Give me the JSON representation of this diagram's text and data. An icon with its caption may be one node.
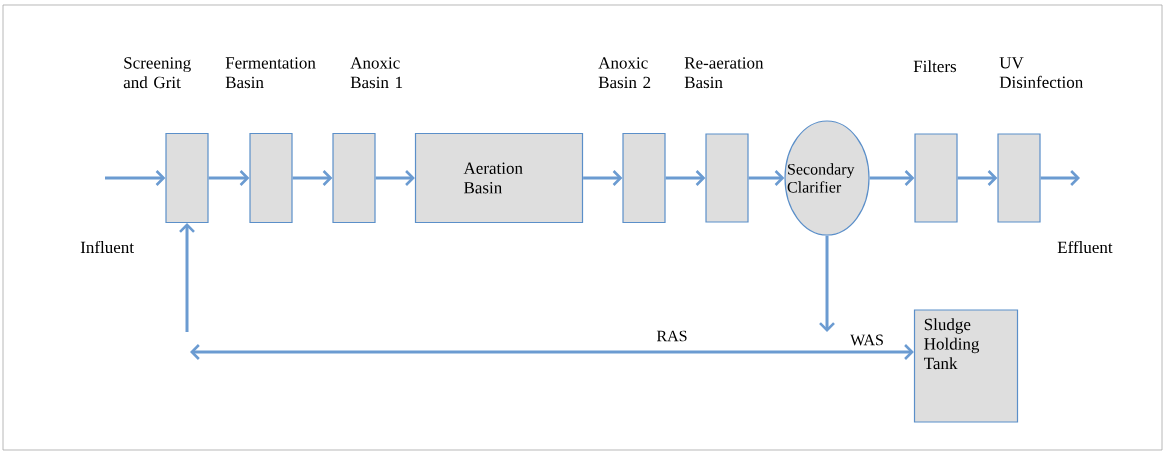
{
  "diagram": {
    "nodes": [
      {
        "text": [
          "Screening and Grit"
        ]
      },
      {
        "text": [
          "Fermentation Basin"
        ]
      },
      {
        "text": [
          "Anoxic Basin 1"
        ]
      },
      {
        "text": [
          "Aeration Basin"
        ]
      },
      {
        "text": [
          "Anoxic Basin 2"
        ]
      },
      {
        "text": [
          "Re-aeration Basin"
        ]
      },
      {
        "text": [
          "Secondary Clarifier"
        ]
      },
      {
        "text": [
          "Filters"
        ]
      },
      {
        "text": [
          "UV Disinfection"
        ]
      },
      {
        "text": [
          "Sludge Holding Tank"
        ]
      }
    ],
    "edges": [
      {
        "from": null,
        "to": 0,
        "arrow": "to"
      },
      {
        "from": 0,
        "to": 1,
        "arrow": "to"
      },
      {
        "from": 1,
        "to": 2,
        "arrow": "to"
      },
      {
        "from": 2,
        "to": 3,
        "arrow": "to"
      },
      {
        "from": 3,
        "to": 4,
        "arrow": "to"
      },
      {
        "from": 4,
        "to": 5,
        "arrow": "to"
      },
      {
        "from": 5,
        "to": 6,
        "arrow": "to"
      },
      {
        "from": 6,
        "to": 7,
        "arrow": "to"
      },
      {
        "from": 7,
        "to": 8,
        "arrow": "to"
      },
      {
        "from": 8,
        "to": null,
        "arrow": "to"
      },
      {
        "from": null,
        "to": 0,
        "arrow": "to"
      },
      {
        "from": 6,
        "to": null,
        "arrow": "to",
        "label": "WAS"
      },
      {
        "from": null,
        "to": 9,
        "arrow": "both",
        "label": "RAS"
      }
    ],
    "labels": [
      "Influent",
      "Effluent"
    ]
  }
}
